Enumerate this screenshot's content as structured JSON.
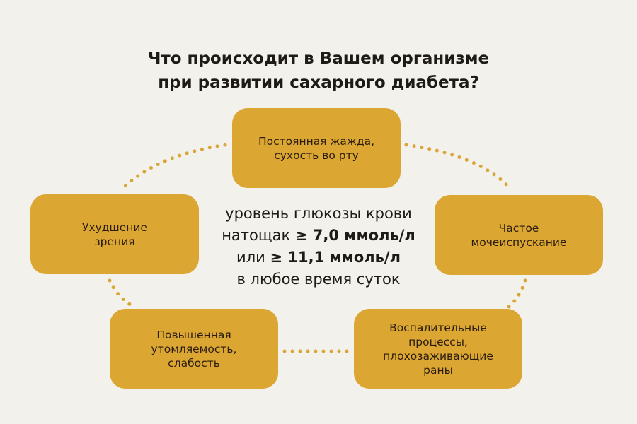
{
  "title": {
    "line1": "Что происходит в Вашем организме",
    "line2": "при развитии сахарного диабета?"
  },
  "symptoms": {
    "top": {
      "line1": "Постоянная жажда,",
      "line2": "сухость во рту"
    },
    "left": {
      "line1": "Ухудшение",
      "line2": "зрения"
    },
    "right": {
      "line1": "Частое",
      "line2": "мочеиспускание"
    },
    "bottom_left": {
      "line1": "Повышенная",
      "line2": "утомляемость,",
      "line3": "слабость"
    },
    "bottom_right": {
      "line1": "Воспалительные",
      "line2": "процессы,",
      "line3": "плохозаживающие",
      "line4": "раны"
    }
  },
  "center": {
    "line1": "уровень глюкозы крови",
    "line2_a": "натощак ",
    "line2_b": "≥ 7,0 ммоль/л",
    "line3_a": "или ",
    "line3_b": "≥ 11,1 ммоль/л",
    "line4": "в любое время суток"
  },
  "colors": {
    "box": "#dba632",
    "dots": "#d9a635",
    "background": "#f3f1ec"
  }
}
